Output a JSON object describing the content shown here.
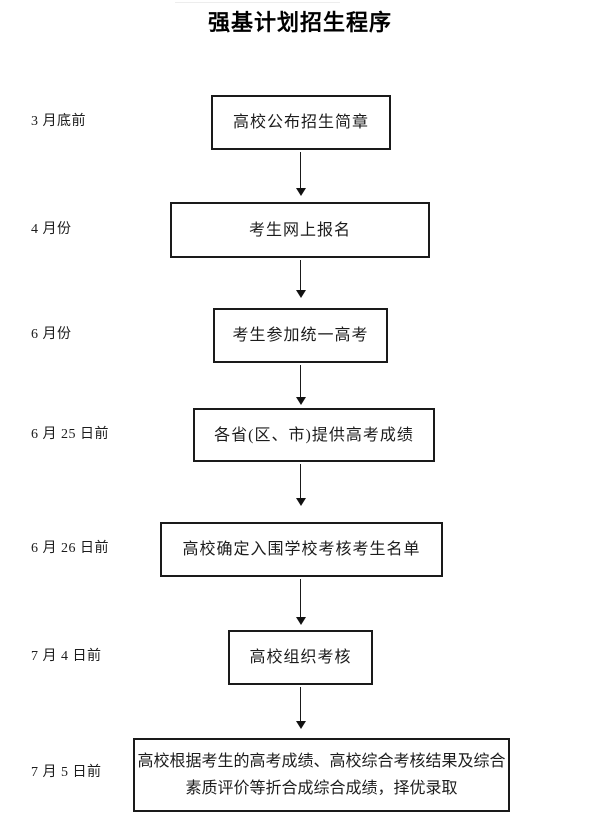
{
  "diagram": {
    "title": "强基计划招生程序",
    "colors": {
      "background": "#ffffff",
      "line": "#1a1a1a",
      "text": "#1c1c1c"
    },
    "steps": [
      {
        "time": "3 月底前",
        "lines": [
          "高校公布招生简章"
        ]
      },
      {
        "time": "4 月份",
        "lines": [
          "考生网上报名"
        ]
      },
      {
        "time": "6 月份",
        "lines": [
          "考生参加统一高考"
        ]
      },
      {
        "time": "6 月 25 日前",
        "lines": [
          "各省(区、市)提供高考成绩"
        ]
      },
      {
        "time": "6 月 26 日前",
        "lines": [
          "高校确定入围学校考核考生名单"
        ]
      },
      {
        "time": "7 月 4 日前",
        "lines": [
          "高校组织考核"
        ]
      },
      {
        "time": "7 月 5 日前",
        "lines": [
          "高校根据考生的高考成绩、高校综合考核结果及综合",
          "素质评价等折合成综合成绩，择优录取"
        ]
      }
    ]
  }
}
